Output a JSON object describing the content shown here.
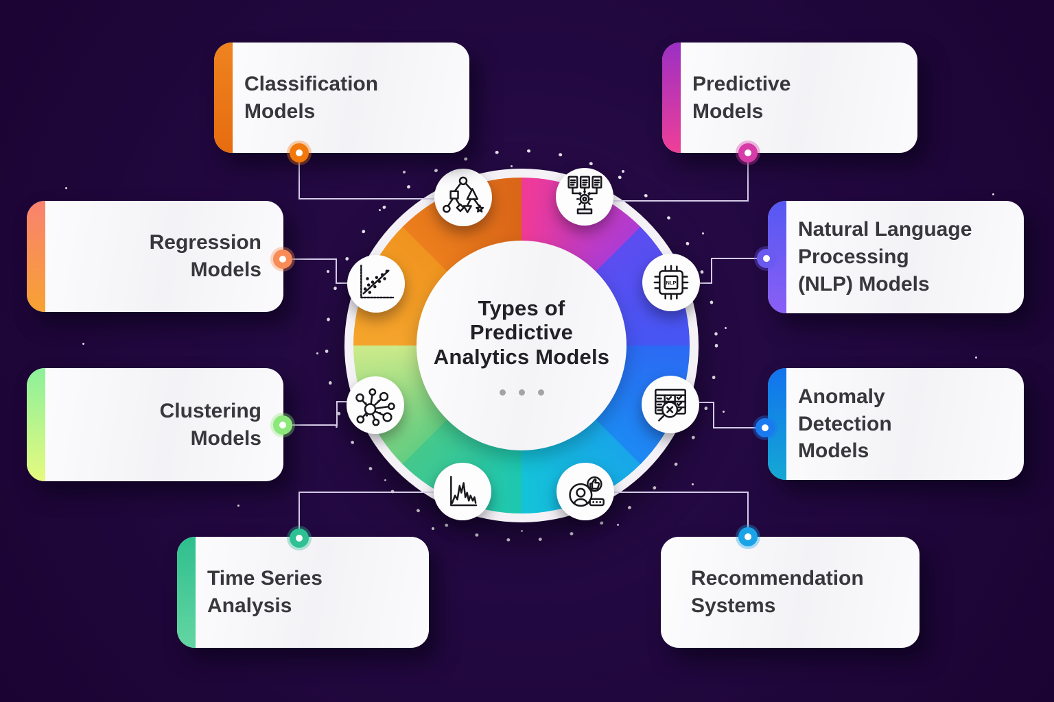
{
  "title": {
    "full": "Types of Predictive Analytics Models",
    "lines": [
      "Types of",
      "Predictive",
      "Analytics Models"
    ]
  },
  "center": {
    "dots_count": 3,
    "dot_color": "#a3a3a6"
  },
  "cards": [
    {
      "id": "classification",
      "label": "Classification Models",
      "lines": [
        "Classification",
        "Models"
      ],
      "icon": "decision-tree-icon",
      "accent_from": "#ef8320",
      "accent_to": "#e66c0f",
      "connector_dot": "#f2780c"
    },
    {
      "id": "predictive",
      "label": "Predictive Models",
      "lines": [
        "Predictive",
        "Models"
      ],
      "icon": "documents-flow-icon",
      "accent_from": "#9b2fc4",
      "accent_to": "#ef3f97",
      "connector_dot": "#d63ba8"
    },
    {
      "id": "regression",
      "label": "Regression Models",
      "lines": [
        "Regression",
        "Models"
      ],
      "icon": "scatter-plot-icon",
      "accent_from": "#f9826f",
      "accent_to": "#f7a233",
      "connector_dot": "#f88b56"
    },
    {
      "id": "nlp",
      "label": "Natural Language Processing (NLP) Models",
      "lines": [
        "Natural Language",
        "Processing",
        "(NLP) Models"
      ],
      "icon": "nlp-chip-icon",
      "accent_from": "#5558f2",
      "accent_to": "#8a5ff5",
      "connector_dot": "#6a5af0"
    },
    {
      "id": "clustering",
      "label": "Clustering Models",
      "lines": [
        "Clustering",
        "Models"
      ],
      "icon": "cluster-network-icon",
      "accent_from": "#8cf09a",
      "accent_to": "#e6fa7f",
      "connector_dot": "#8ce87a"
    },
    {
      "id": "anomaly",
      "label": "Anomaly Detection Models",
      "lines": [
        "Anomaly",
        "Detection",
        "Models"
      ],
      "icon": "table-magnifier-icon",
      "accent_from": "#1272ee",
      "accent_to": "#14a8d4",
      "connector_dot": "#1a7af0"
    },
    {
      "id": "timeseries",
      "label": "Time Series Analysis",
      "lines": [
        "Time Series",
        "Analysis"
      ],
      "icon": "line-chart-icon",
      "accent_from": "#2fbe8e",
      "accent_to": "#63d6a2",
      "connector_dot": "#2dc193"
    },
    {
      "id": "recommendation",
      "label": "Recommendation Systems",
      "lines": [
        "Recommendation",
        "Systems"
      ],
      "icon": "user-thumbsup-icon",
      "accent_from": "#1e86f5",
      "accent_to": "#15c9bd",
      "connector_dot": "#1ba3e8"
    }
  ],
  "icons": {
    "nlp_chip_label": "NLP"
  },
  "wheel": {
    "segments": [
      {
        "position": "12:00-1:30",
        "from": "#f23a95",
        "to": "#ae3bd2"
      },
      {
        "position": "1:30-3:00",
        "from": "#5c4df0",
        "to": "#4656f3"
      },
      {
        "position": "3:00-4:30",
        "from": "#2b6af3",
        "to": "#1d89f3"
      },
      {
        "position": "4:30-6:00",
        "from": "#18a6e9",
        "to": "#14c3d8"
      },
      {
        "position": "6:00-7:30",
        "from": "#1cc7b2",
        "to": "#45c88b"
      },
      {
        "position": "7:30-9:00",
        "from": "#64cd81",
        "to": "#cdea8a"
      },
      {
        "position": "9:00-10:30",
        "from": "#f4a42c",
        "to": "#f0941f"
      },
      {
        "position": "10:30-12:00",
        "from": "#ec7e1d",
        "to": "#d96518"
      }
    ]
  },
  "colors": {
    "background": "#21073a",
    "card_background": "#fbfbfd",
    "card_text": "#38383c",
    "title_text": "#222226",
    "connector_line": "#d5cbe8"
  }
}
